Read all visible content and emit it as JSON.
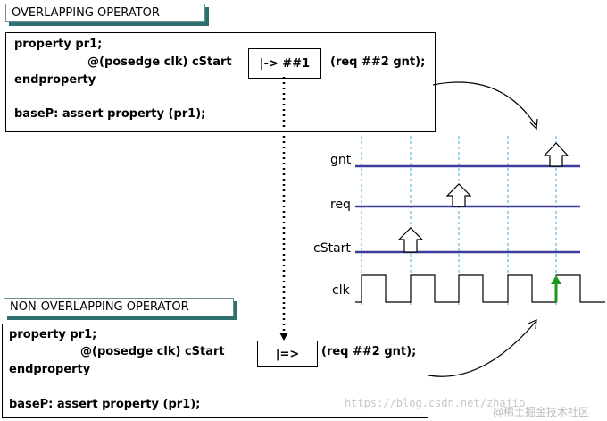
{
  "top": {
    "title": "OVERLAPPING OPERATOR",
    "line1": "property pr1;",
    "line2": "@(posedge clk) cStart",
    "operator": "|-> ##1",
    "line2b": "(req ##2 gnt);",
    "line3": "endproperty",
    "line4": "baseP: assert property (pr1);"
  },
  "bottom": {
    "title": "NON-OVERLAPPING OPERATOR",
    "line1": "property pr1;",
    "line2": "@(posedge clk) cStart",
    "operator": "|=>",
    "line2b": "(req ##2 gnt);",
    "line3": "endproperty",
    "line4": "baseP: assert property (pr1);"
  },
  "signals": [
    "gnt",
    "req",
    "cStart",
    "clk"
  ],
  "colors": {
    "signal_line": "#3c3c9c",
    "title_shadow": "#2e6f6f",
    "clock_marker": "#1a9a1a",
    "dashed": "#4aa8d8"
  },
  "watermark": {
    "url": "https://blog.csdn.net/zhajio",
    "label": "@稀土掘金技术社区"
  }
}
